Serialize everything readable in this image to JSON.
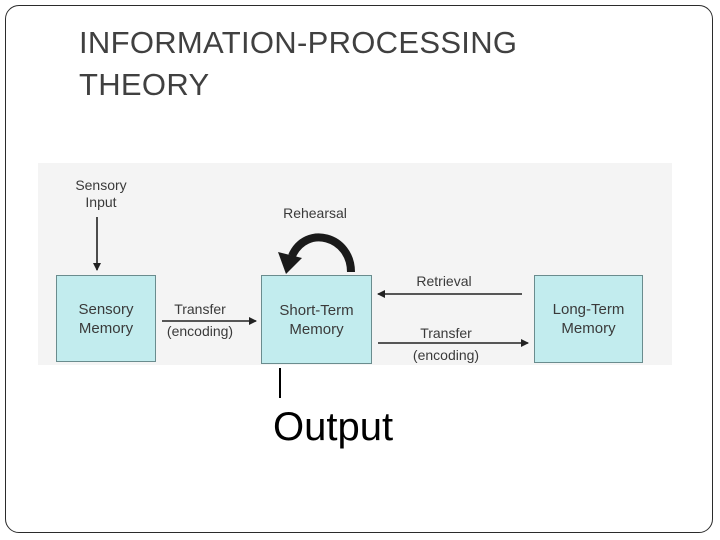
{
  "slide": {
    "title_line1": "INFORMATION-PROCESSING",
    "title_line2": "THEORY",
    "output_label": "Output"
  },
  "diagram": {
    "sensory_input": [
      "Sensory",
      "Input"
    ],
    "rehearsal": "Rehearsal",
    "sensory_memory": [
      "Sensory",
      "Memory"
    ],
    "short_term_memory": [
      "Short-Term",
      "Memory"
    ],
    "long_term_memory": [
      "Long-Term",
      "Memory"
    ],
    "transfer_left": [
      "Transfer",
      "(encoding)"
    ],
    "retrieval": "Retrieval",
    "transfer_right": [
      "Transfer",
      "(encoding)"
    ]
  },
  "colors": {
    "box_fill": "#c2ecee",
    "box_border": "#6a8c8e",
    "title_text": "#404040",
    "diagram_text": "#3a3a3a"
  }
}
